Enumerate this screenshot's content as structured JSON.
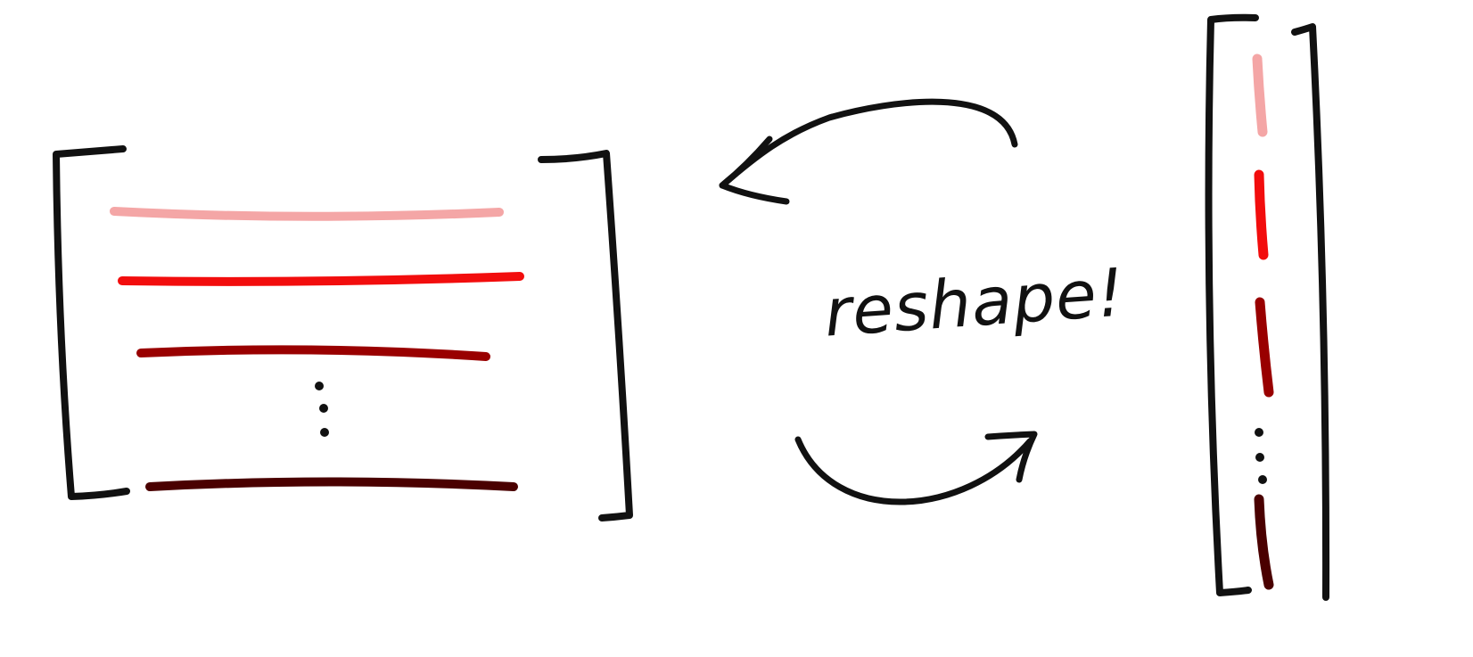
{
  "diagram": {
    "label": "reshape!",
    "colors": {
      "ink": "#111111",
      "row_colors": [
        "#f4a6a6",
        "#f20d0d",
        "#990000",
        "#4a0000"
      ]
    },
    "matrix": {
      "rows_before_ellipsis": 3,
      "rows_after_ellipsis": 1
    },
    "vector": {
      "segments_before_ellipsis": 3,
      "segments_after_ellipsis": 1
    },
    "arrows": [
      "curved-arrow-to-matrix",
      "curved-arrow-to-vector"
    ]
  }
}
